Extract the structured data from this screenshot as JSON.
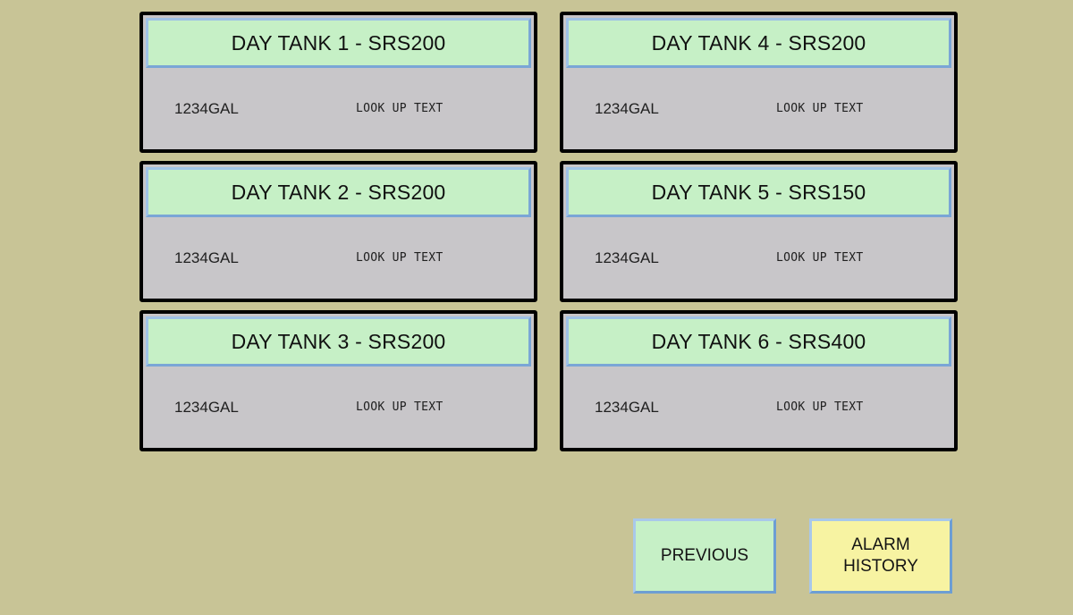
{
  "tanks": [
    {
      "title": "DAY TANK 1 - SRS200",
      "volume": "1234GAL",
      "status": "LOOK UP TEXT"
    },
    {
      "title": "DAY TANK 2 - SRS200",
      "volume": "1234GAL",
      "status": "LOOK UP TEXT"
    },
    {
      "title": "DAY TANK 3 - SRS200",
      "volume": "1234GAL",
      "status": "LOOK UP TEXT"
    },
    {
      "title": "DAY TANK 4 - SRS200",
      "volume": "1234GAL",
      "status": "LOOK UP TEXT"
    },
    {
      "title": "DAY TANK 5 - SRS150",
      "volume": "1234GAL",
      "status": "LOOK UP TEXT"
    },
    {
      "title": "DAY TANK 6 - SRS400",
      "volume": "1234GAL",
      "status": "LOOK UP TEXT"
    }
  ],
  "buttons": {
    "previous_label": "PREVIOUS",
    "alarm_history_line1": "ALARM",
    "alarm_history_line2": "HISTORY"
  },
  "colors": {
    "background": "#c8c496",
    "panel_body": "#c8c6c9",
    "header_green": "#c6f0c6",
    "alarm_yellow": "#f7f3a2",
    "border_blue": "#7aa6d6"
  }
}
